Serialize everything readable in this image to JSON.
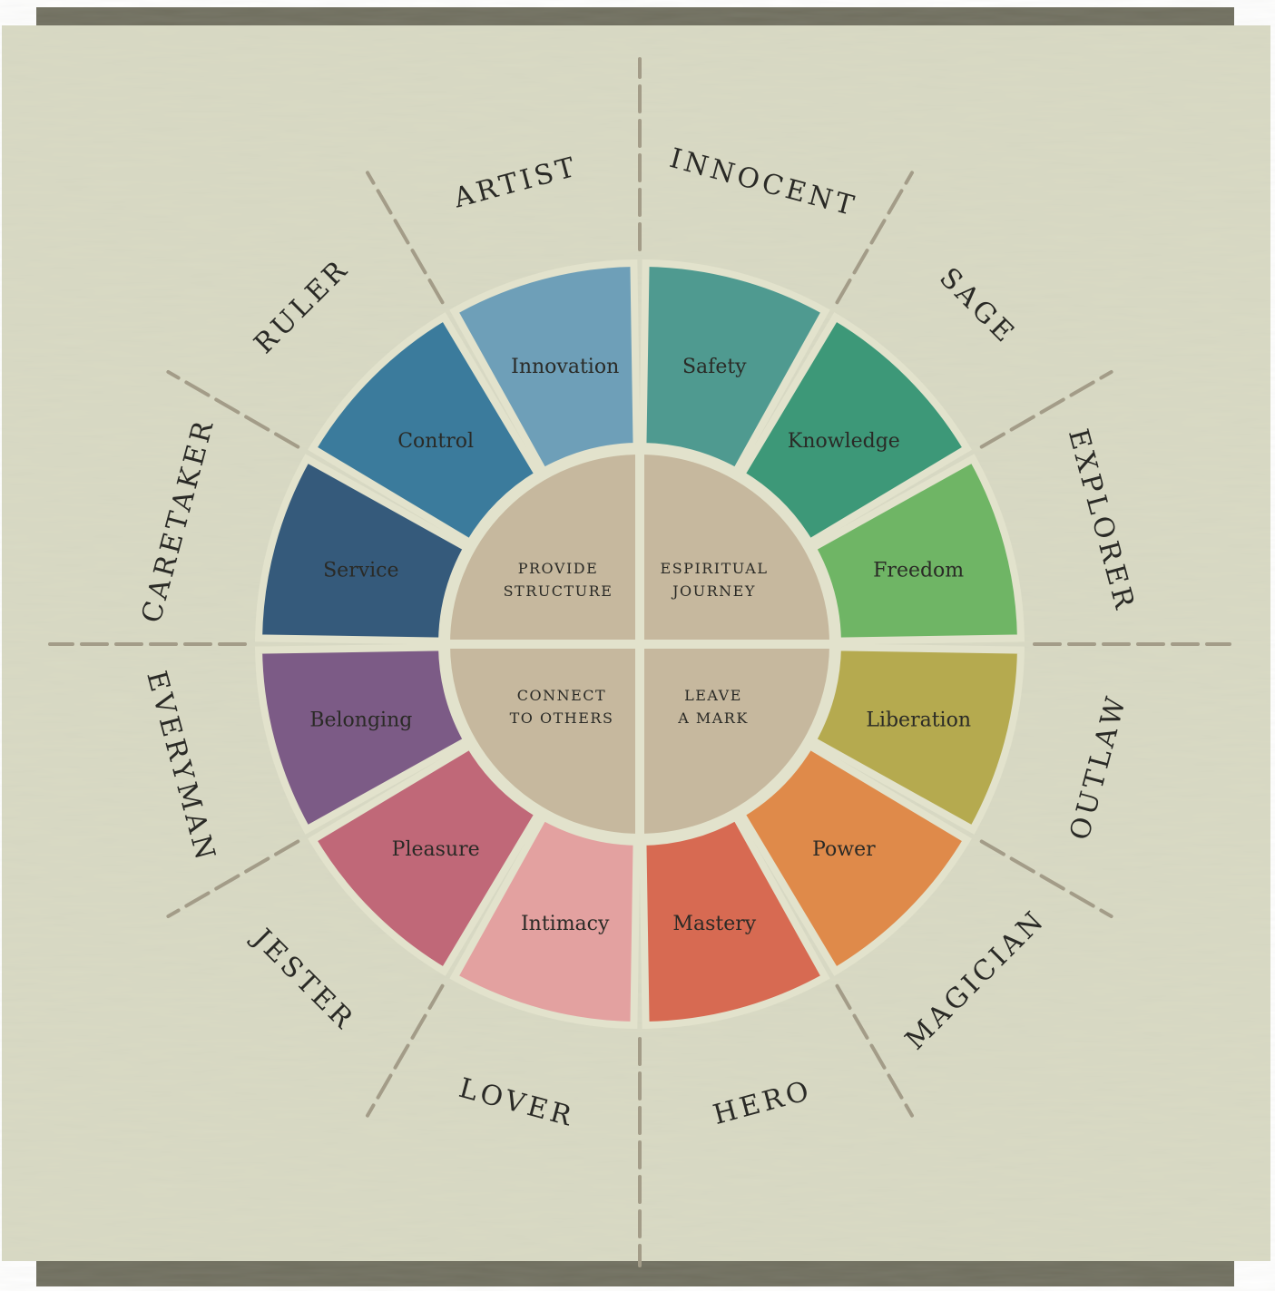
{
  "archetypes": [
    {
      "name": "INNOCENT",
      "motivation": "Safety",
      "color": "#4f9a90"
    },
    {
      "name": "SAGE",
      "motivation": "Knowledge",
      "color": "#3d9878"
    },
    {
      "name": "EXPLORER",
      "motivation": "Freedom",
      "color": "#6fb565"
    },
    {
      "name": "OUTLAW",
      "motivation": "Liberation",
      "color": "#b5aa4f"
    },
    {
      "name": "MAGICIAN",
      "motivation": "Power",
      "color": "#df8a4a"
    },
    {
      "name": "HERO",
      "motivation": "Mastery",
      "color": "#d76a52"
    },
    {
      "name": "LOVER",
      "motivation": "Intimacy",
      "color": "#e3a1a0"
    },
    {
      "name": "JESTER",
      "motivation": "Pleasure",
      "color": "#c06878"
    },
    {
      "name": "EVERYMAN",
      "motivation": "Belonging",
      "color": "#7c5b86"
    },
    {
      "name": "CARETAKER",
      "motivation": "Service",
      "color": "#355a7b"
    },
    {
      "name": "RULER",
      "motivation": "Control",
      "color": "#3b7b9c"
    },
    {
      "name": "ARTIST",
      "motivation": "Innovation",
      "color": "#6e9fb8"
    }
  ],
  "quadrants": [
    {
      "lines": [
        "ESPIRITUAL",
        "JOURNEY"
      ]
    },
    {
      "lines": [
        "LEAVE",
        "A MARK"
      ]
    },
    {
      "lines": [
        "CONNECT",
        "TO OTHERS"
      ]
    },
    {
      "lines": [
        "PROVIDE",
        "STRUCTURE"
      ]
    }
  ],
  "colors": {
    "paper": "#d9dac4",
    "paper_edge": "#6f6e5e",
    "hub": "#c6b89e",
    "divider": "#a39c88",
    "gap": "#e2e2cc"
  }
}
